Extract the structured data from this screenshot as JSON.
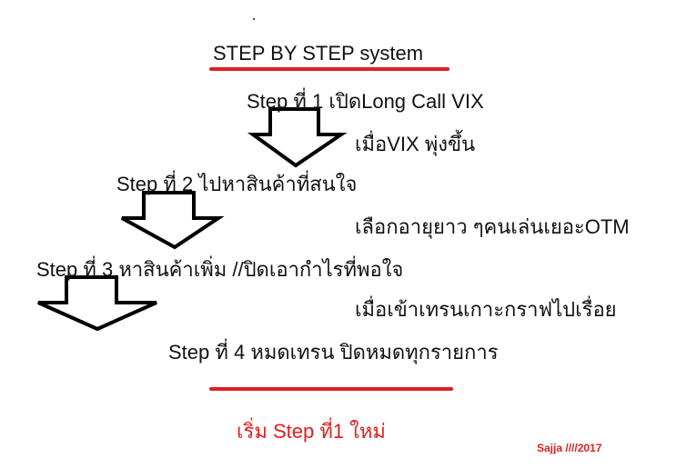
{
  "title": "STEP BY STEP system",
  "steps": [
    {
      "label": "Step ที่ 1 เปิดLong Call VIX",
      "note": "เมื่อVIX พุ่งขึ้น"
    },
    {
      "label": "Step ที่ 2 ไปหาสินค้าที่สนใจ",
      "note": "เลือกอายุยาว ๆคนเล่นเยอะOTM"
    },
    {
      "label": "Step ที่ 3 หาสินค้าเพิ่ม //ปิดเอากำไรที่พอใจ",
      "note": "เมื่อเข้าเทรนเกาะกราฟไปเรื่อย"
    },
    {
      "label": "Step ที่ 4 หมดเทรน ปิดหมดทุกรายการ"
    }
  ],
  "restart": "เริ่ม Step ที่1 ใหม่",
  "signature": "Sajja ////2017",
  "colors": {
    "accent_red": "#e02020",
    "text": "#111111"
  }
}
